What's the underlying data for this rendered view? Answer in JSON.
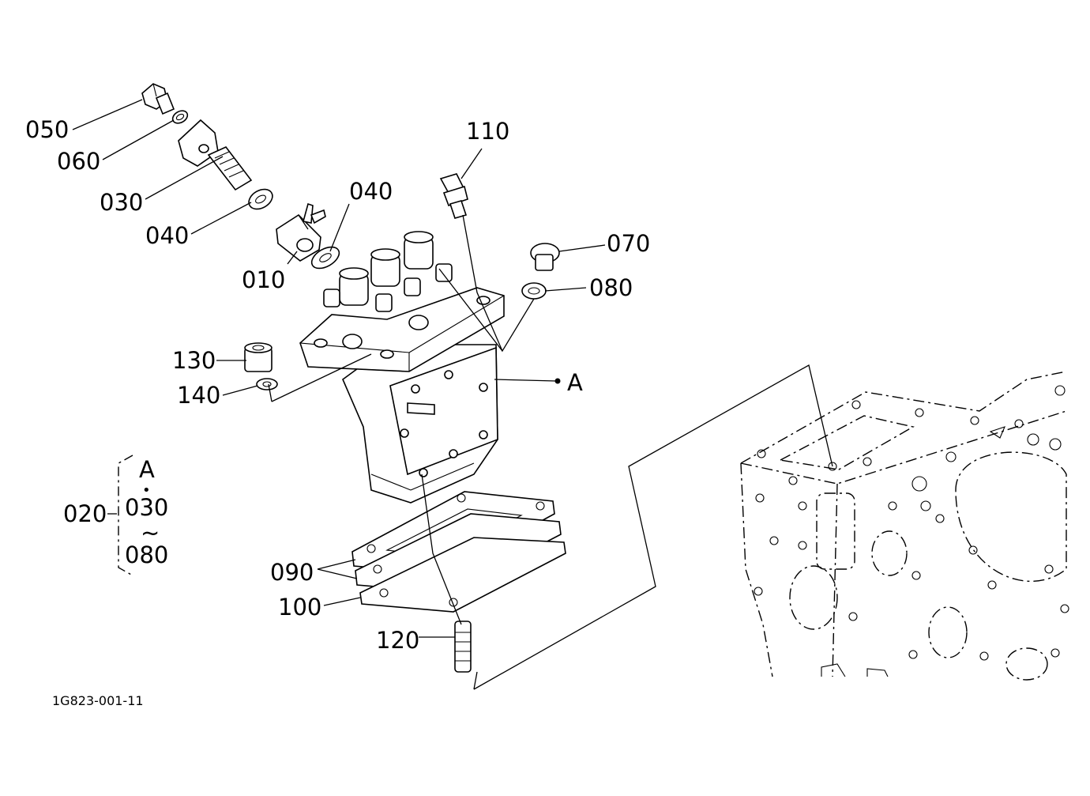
{
  "diagram_code": "1G823-001-11",
  "callout_A": "A",
  "callouts": {
    "p050": "050",
    "p060": "060",
    "p030": "030",
    "p040a": "040",
    "p040b": "040",
    "p010": "010",
    "p110": "110",
    "p070": "070",
    "p080": "080",
    "p130": "130",
    "p140": "140",
    "p090": "090",
    "p100": "100",
    "p120": "120"
  },
  "assembly": {
    "label": "020",
    "line1": "A",
    "dot": "•",
    "line2": "030",
    "tilde": "~",
    "line3": "080"
  }
}
